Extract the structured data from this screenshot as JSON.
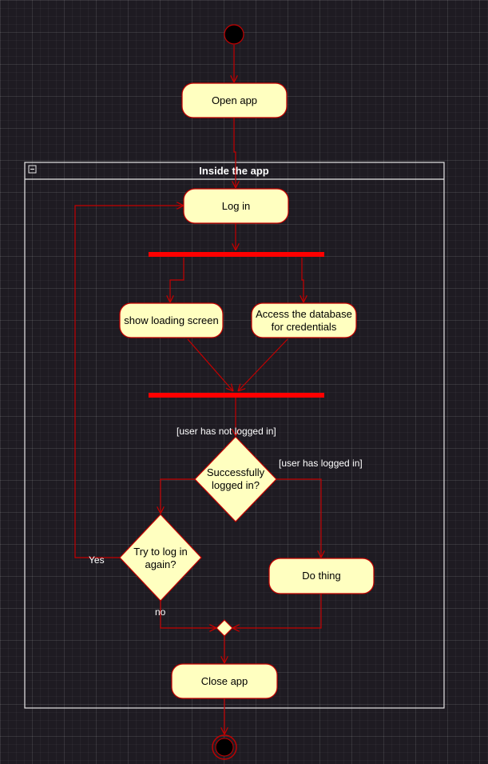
{
  "colors": {
    "background": "#1e1b22",
    "node_fill": "#ffffc0",
    "edge_stroke": "#c40000",
    "fork_bar": "#ff0000",
    "label_text": "#ffffff"
  },
  "partition": {
    "title": "Inside the app",
    "collapse_icon": "minus-box-icon"
  },
  "nodes": {
    "open_app": "Open app",
    "log_in": "Log in",
    "show_loading": "show loading screen",
    "access_db_line1": "Access the database",
    "access_db_line2": "for credentials",
    "success_line1": "Successfully",
    "success_line2": "logged in?",
    "try_again_line1": "Try to log in",
    "try_again_line2": "again?",
    "do_thing": "Do thing",
    "close_app": "Close app"
  },
  "guards": {
    "not_logged_in": "[user has not logged in]",
    "logged_in": "[user has logged in]",
    "yes": "Yes",
    "no": "no"
  }
}
